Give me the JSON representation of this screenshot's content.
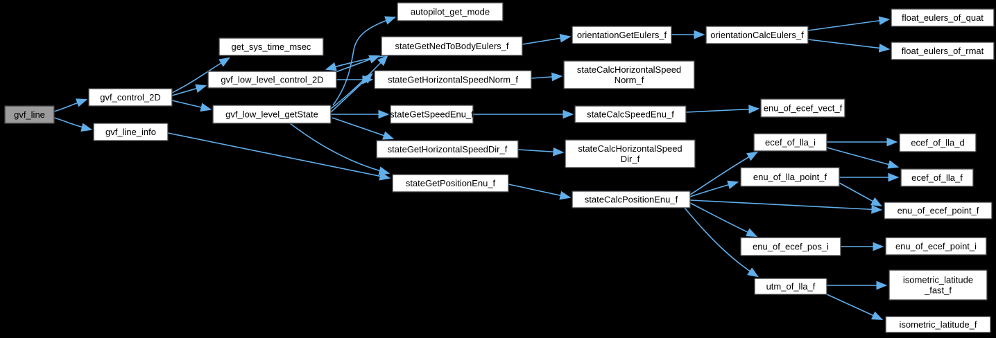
{
  "diagram": {
    "type": "call-graph",
    "colors": {
      "background": "#000000",
      "edge": "#60aeea",
      "node_fill": "#ffffff",
      "node_border": "#3f4045",
      "highlight_fill": "#9c9c9c",
      "text": "#000000"
    },
    "nodes": [
      {
        "id": "gvf_line",
        "label": "gvf_line",
        "highlighted": true
      },
      {
        "id": "gvf_control_2D",
        "label": "gvf_control_2D",
        "highlighted": false
      },
      {
        "id": "gvf_line_info",
        "label": "gvf_line_info",
        "highlighted": false
      },
      {
        "id": "get_sys_time_msec",
        "label": "get_sys_time_msec",
        "highlighted": false
      },
      {
        "id": "gvf_low_level_control_2D",
        "label": "gvf_low_level_control_2D",
        "highlighted": false
      },
      {
        "id": "gvf_low_level_getState",
        "label": "gvf_low_level_getState",
        "highlighted": false
      },
      {
        "id": "autopilot_get_mode",
        "label": "autopilot_get_mode",
        "highlighted": false
      },
      {
        "id": "stateGetNedToBodyEulers_f",
        "label": "stateGetNedToBodyEulers_f",
        "highlighted": false
      },
      {
        "id": "stateGetHorizontalSpeedNorm_f",
        "label": "stateGetHorizontalSpeedNorm_f",
        "highlighted": false
      },
      {
        "id": "stateGetSpeedEnu_f",
        "label": "stateGetSpeedEnu_f",
        "highlighted": false
      },
      {
        "id": "stateGetHorizontalSpeedDir_f",
        "label": "stateGetHorizontalSpeedDir_f",
        "highlighted": false
      },
      {
        "id": "stateCalcHorizontalSpeedNorm_f",
        "lines": [
          "stateCalcHorizontalSpeed",
          "Norm_f"
        ],
        "highlighted": false
      },
      {
        "id": "stateCalcSpeedEnu_f",
        "label": "stateCalcSpeedEnu_f",
        "highlighted": false
      },
      {
        "id": "stateCalcHorizontalSpeedDir_f",
        "lines": [
          "stateCalcHorizontalSpeed",
          "Dir_f"
        ],
        "highlighted": false
      },
      {
        "id": "enu_of_ecef_vect_f",
        "label": "enu_of_ecef_vect_f",
        "highlighted": false
      },
      {
        "id": "stateGetPositionEnu_f",
        "label": "stateGetPositionEnu_f",
        "highlighted": false
      },
      {
        "id": "stateCalcPositionEnu_f",
        "label": "stateCalcPositionEnu_f",
        "highlighted": false
      },
      {
        "id": "ecef_of_lla_i",
        "label": "ecef_of_lla_i",
        "highlighted": false
      },
      {
        "id": "ecef_of_lla_d",
        "label": "ecef_of_lla_d",
        "highlighted": false
      },
      {
        "id": "ecef_of_lla_f",
        "label": "ecef_of_lla_f",
        "highlighted": false
      },
      {
        "id": "enu_of_lla_point_f",
        "label": "enu_of_lla_point_f",
        "highlighted": false
      },
      {
        "id": "enu_of_ecef_point_f",
        "label": "enu_of_ecef_point_f",
        "highlighted": false
      },
      {
        "id": "enu_of_ecef_pos_i",
        "label": "enu_of_ecef_pos_i",
        "highlighted": false
      },
      {
        "id": "enu_of_ecef_point_i",
        "label": "enu_of_ecef_point_i",
        "highlighted": false
      },
      {
        "id": "utm_of_lla_f",
        "label": "utm_of_lla_f",
        "highlighted": false
      },
      {
        "id": "isometric_latitude_fast_f",
        "lines": [
          "isometric_latitude",
          "_fast_f"
        ],
        "highlighted": false
      },
      {
        "id": "isometric_latitude_f",
        "label": "isometric_latitude_f",
        "highlighted": false
      },
      {
        "id": "orientationGetEulers_f",
        "label": "orientationGetEulers_f",
        "highlighted": false
      },
      {
        "id": "orientationCalcEulers_f",
        "label": "orientationCalcEulers_f",
        "highlighted": false
      },
      {
        "id": "float_eulers_of_quat",
        "label": "float_eulers_of_quat",
        "highlighted": false
      },
      {
        "id": "float_eulers_of_rmat",
        "label": "float_eulers_of_rmat",
        "highlighted": false
      }
    ],
    "edges": [
      {
        "from": "gvf_line",
        "to": "gvf_control_2D"
      },
      {
        "from": "gvf_line",
        "to": "gvf_line_info"
      },
      {
        "from": "gvf_control_2D",
        "to": "get_sys_time_msec"
      },
      {
        "from": "gvf_control_2D",
        "to": "gvf_low_level_control_2D"
      },
      {
        "from": "gvf_control_2D",
        "to": "gvf_low_level_getState"
      },
      {
        "from": "gvf_low_level_control_2D",
        "to": "stateGetNedToBodyEulers_f"
      },
      {
        "from": "stateGetNedToBodyEulers_f",
        "to": "gvf_low_level_control_2D"
      },
      {
        "from": "gvf_low_level_control_2D",
        "to": "stateGetHorizontalSpeedNorm_f"
      },
      {
        "from": "gvf_low_level_getState",
        "to": "autopilot_get_mode"
      },
      {
        "from": "gvf_low_level_getState",
        "to": "stateGetNedToBodyEulers_f"
      },
      {
        "from": "gvf_low_level_getState",
        "to": "stateGetHorizontalSpeedNorm_f"
      },
      {
        "from": "gvf_low_level_getState",
        "to": "stateGetSpeedEnu_f"
      },
      {
        "from": "gvf_low_level_getState",
        "to": "stateGetHorizontalSpeedDir_f"
      },
      {
        "from": "gvf_low_level_getState",
        "to": "stateGetPositionEnu_f"
      },
      {
        "from": "gvf_line_info",
        "to": "stateGetPositionEnu_f"
      },
      {
        "from": "stateGetNedToBodyEulers_f",
        "to": "orientationGetEulers_f"
      },
      {
        "from": "orientationGetEulers_f",
        "to": "orientationCalcEulers_f"
      },
      {
        "from": "orientationCalcEulers_f",
        "to": "float_eulers_of_quat"
      },
      {
        "from": "orientationCalcEulers_f",
        "to": "float_eulers_of_rmat"
      },
      {
        "from": "stateGetHorizontalSpeedNorm_f",
        "to": "stateCalcHorizontalSpeedNorm_f"
      },
      {
        "from": "stateGetSpeedEnu_f",
        "to": "stateCalcSpeedEnu_f"
      },
      {
        "from": "stateCalcSpeedEnu_f",
        "to": "enu_of_ecef_vect_f"
      },
      {
        "from": "stateGetHorizontalSpeedDir_f",
        "to": "stateCalcHorizontalSpeedDir_f"
      },
      {
        "from": "stateGetPositionEnu_f",
        "to": "stateCalcPositionEnu_f"
      },
      {
        "from": "stateCalcPositionEnu_f",
        "to": "ecef_of_lla_i"
      },
      {
        "from": "stateCalcPositionEnu_f",
        "to": "enu_of_lla_point_f"
      },
      {
        "from": "stateCalcPositionEnu_f",
        "to": "enu_of_ecef_point_f"
      },
      {
        "from": "stateCalcPositionEnu_f",
        "to": "enu_of_ecef_pos_i"
      },
      {
        "from": "stateCalcPositionEnu_f",
        "to": "utm_of_lla_f"
      },
      {
        "from": "ecef_of_lla_i",
        "to": "ecef_of_lla_d"
      },
      {
        "from": "ecef_of_lla_i",
        "to": "ecef_of_lla_f"
      },
      {
        "from": "enu_of_lla_point_f",
        "to": "ecef_of_lla_f"
      },
      {
        "from": "enu_of_lla_point_f",
        "to": "enu_of_ecef_point_f"
      },
      {
        "from": "enu_of_ecef_pos_i",
        "to": "enu_of_ecef_point_i"
      },
      {
        "from": "utm_of_lla_f",
        "to": "isometric_latitude_fast_f"
      },
      {
        "from": "utm_of_lla_f",
        "to": "isometric_latitude_f"
      }
    ]
  }
}
